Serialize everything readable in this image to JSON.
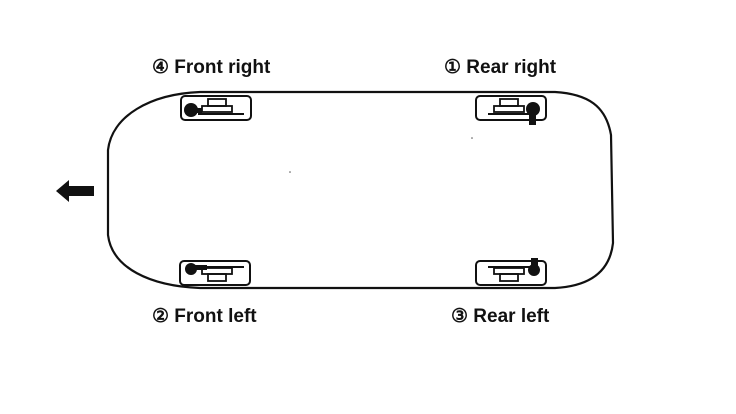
{
  "positions": {
    "front_right": "④ Front right",
    "rear_right": "① Rear right",
    "front_left": "② Front left",
    "rear_left": "③ Rear left"
  },
  "direction_icon": "arrow-left-icon",
  "colors": {
    "line": "#111111",
    "background": "#ffffff"
  }
}
